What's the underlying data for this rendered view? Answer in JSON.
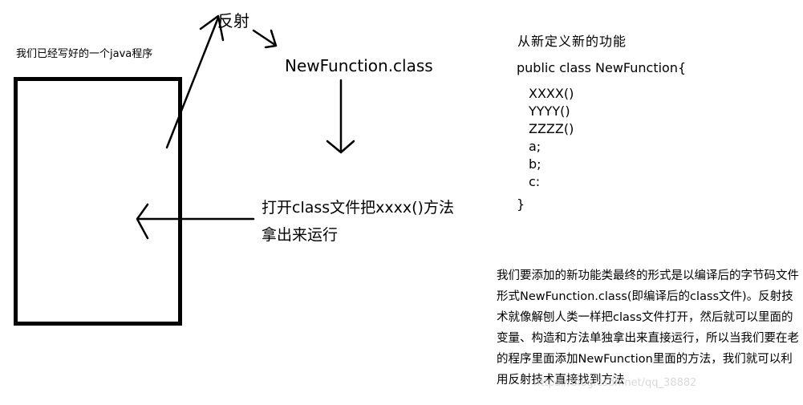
{
  "program_label": "我们已经写好的一个java程序",
  "reflect_label": "反射",
  "class_file_label": "NewFunction.class",
  "open_text": "打开class文件把xxxx()方法拿出来运行",
  "redefine_title": "从新定义新的功能",
  "code": {
    "header": "public class NewFunction{",
    "members": [
      "XXXX()",
      "YYYY()",
      "ZZZZ()",
      "a;",
      "b;",
      "c:"
    ],
    "footer": "}"
  },
  "explanation": "我们要添加的新功能类最终的形式是以编译后的字节码文件形式NewFunction.class(即编译后的class文件)。反射技术就像解刨人类一样把class文件打开，然后就可以里面的变量、构造和方法单独拿出来直接运行，所以当我们要在老的程序里面添加NewFunction里面的方法，我们就可以利用反射技术直接找到方法",
  "watermark": "https://blog.csdn.net/qq_38882"
}
